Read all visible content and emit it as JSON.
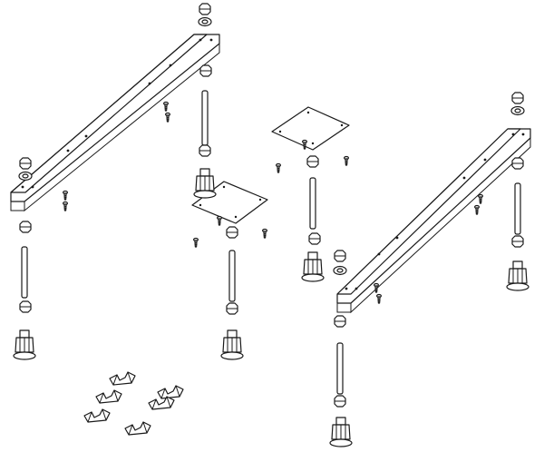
{
  "diagram": {
    "kind": "exploded-assembly",
    "line_color": "#1a1a1a",
    "background": "#ffffff",
    "components": {
      "rails": 2,
      "mounting_plates": 2,
      "adjustable_legs": 6,
      "threaded_rods": 6,
      "clips": 6
    }
  }
}
